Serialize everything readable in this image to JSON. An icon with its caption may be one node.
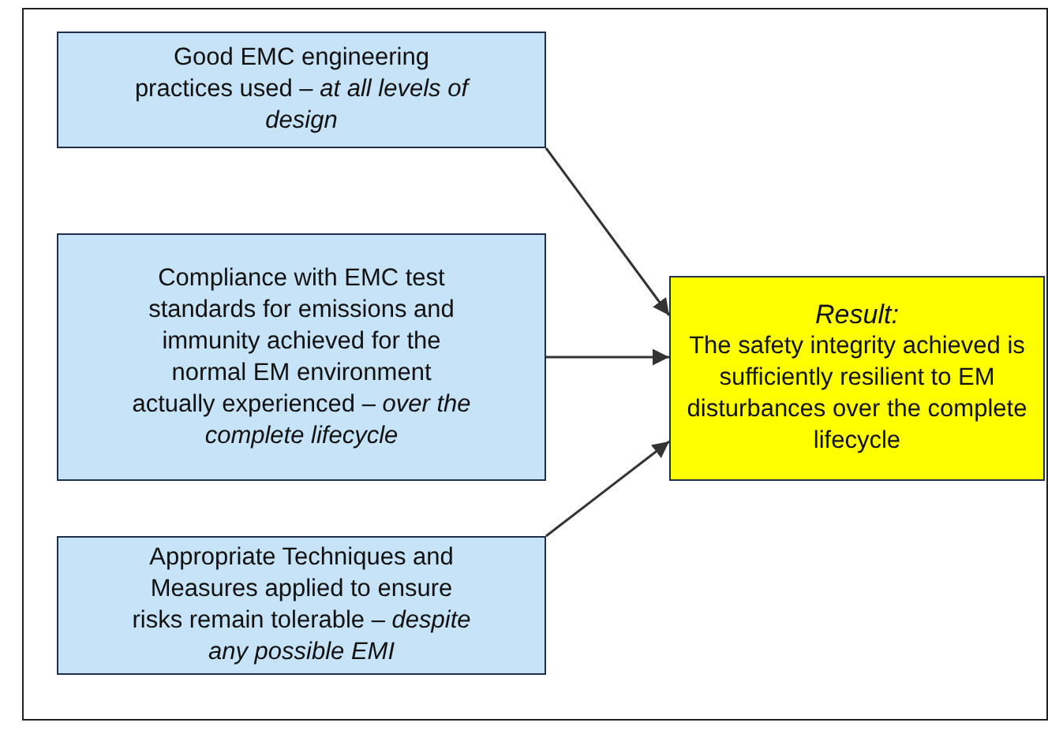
{
  "diagram": {
    "nodes": [
      {
        "text": [
          "Good EMC engineering practices used – *at all levels of design*"
        ]
      },
      {
        "text": [
          "Compliance with EMC test standards for emissions and immunity achieved for the normal EM environment actually experienced – *over the complete lifecycle*"
        ]
      },
      {
        "text": [
          "Appropriate Techniques and Measures applied to ensure risks remain tolerable – *despite any possible EMI*"
        ]
      },
      {
        "text": [
          "Result:",
          "The safety integrity achieved is sufficiently resilient to EM disturbances over the complete lifecycle"
        ]
      }
    ],
    "edges": [
      {
        "from": 0,
        "to": 3,
        "arrow": "to"
      },
      {
        "from": 1,
        "to": 3,
        "arrow": "to"
      },
      {
        "from": 2,
        "to": 3,
        "arrow": "to"
      }
    ]
  }
}
